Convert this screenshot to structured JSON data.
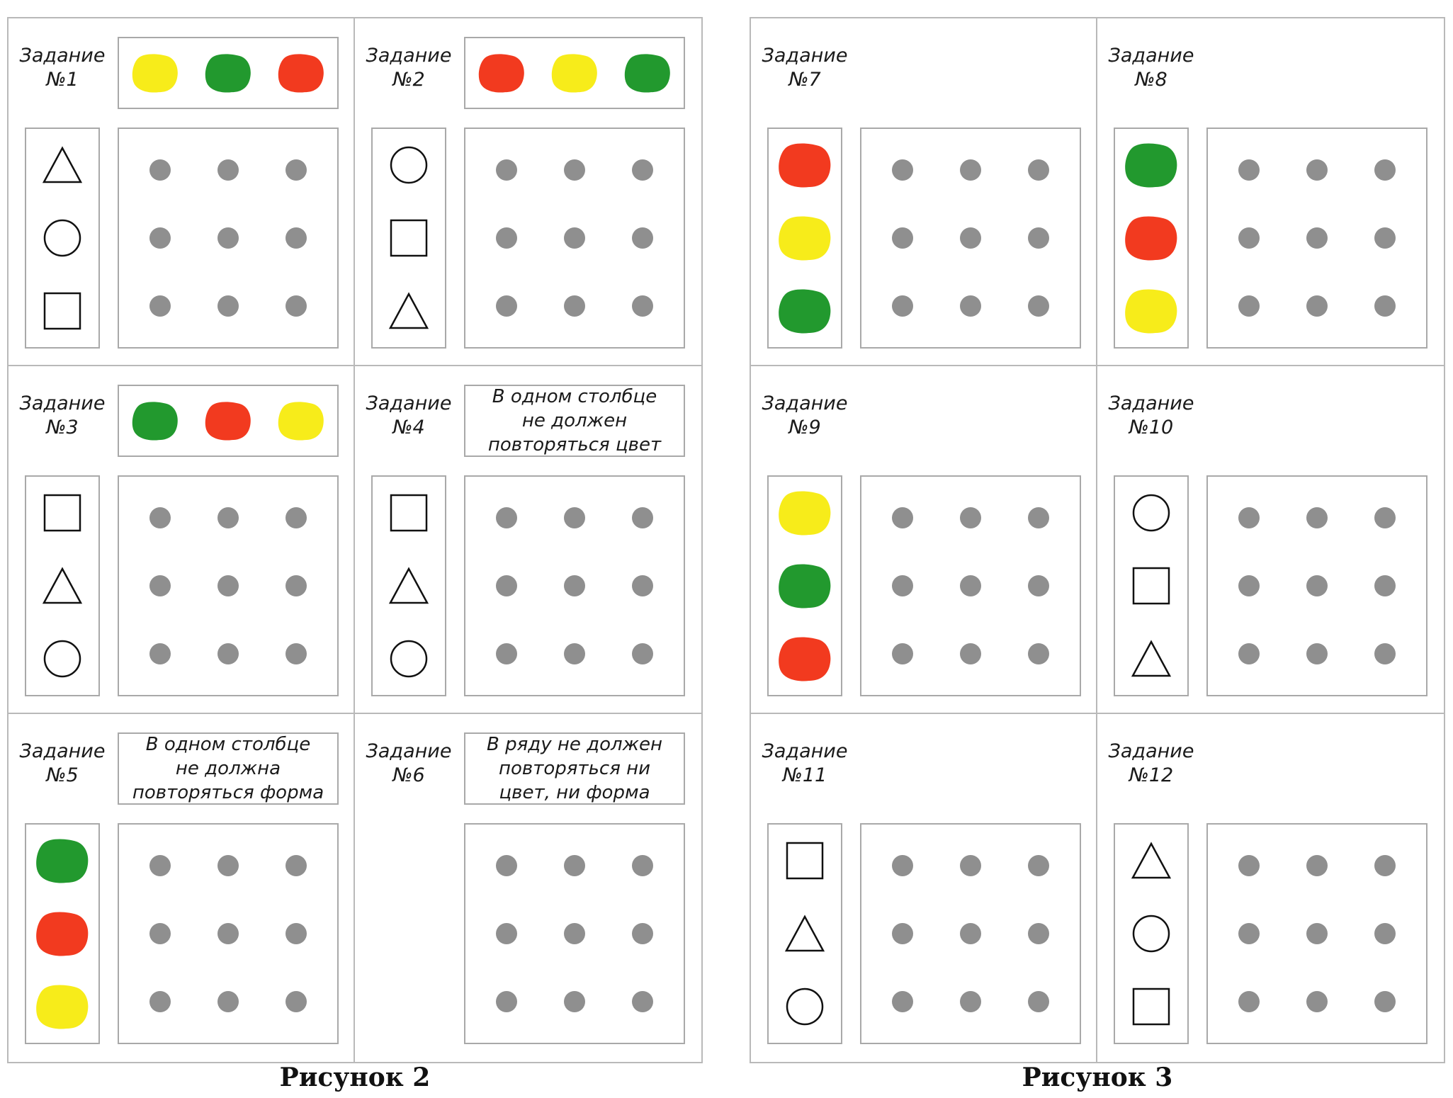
{
  "colors": {
    "red": "#f23a1f",
    "yellow": "#f7ec1a",
    "green": "#22992e",
    "dot": "#8f8f8f"
  },
  "figures": [
    {
      "caption": "Рисунок 2",
      "tasks": [
        {
          "label": "Задание\n№1",
          "header": {
            "type": "colors",
            "items": [
              "yellow",
              "green",
              "red"
            ]
          },
          "side": {
            "type": "shapes",
            "items": [
              "triangle",
              "circle",
              "square"
            ]
          }
        },
        {
          "label": "Задание\n№2",
          "header": {
            "type": "colors",
            "items": [
              "red",
              "yellow",
              "green"
            ]
          },
          "side": {
            "type": "shapes",
            "items": [
              "circle",
              "square",
              "triangle"
            ]
          }
        },
        {
          "label": "Задание\n№3",
          "header": {
            "type": "colors",
            "items": [
              "green",
              "red",
              "yellow"
            ]
          },
          "side": {
            "type": "shapes",
            "items": [
              "square",
              "triangle",
              "circle"
            ]
          }
        },
        {
          "label": "Задание\n№4",
          "header": {
            "type": "text",
            "text": "В одном столбце\nне должен\nповторяться цвет"
          },
          "side": {
            "type": "shapes",
            "items": [
              "square",
              "triangle",
              "circle"
            ]
          }
        },
        {
          "label": "Задание\n№5",
          "header": {
            "type": "text",
            "text": "В одном столбце\nне должна\nповторяться форма"
          },
          "side": {
            "type": "colors",
            "items": [
              "green",
              "red",
              "yellow"
            ]
          }
        },
        {
          "label": "Задание\n№6",
          "header": {
            "type": "text",
            "text": "В ряду не должен\nповторяться ни\nцвет, ни форма"
          },
          "side": {
            "type": "none",
            "items": []
          }
        }
      ]
    },
    {
      "caption": "Рисунок 3",
      "tasks": [
        {
          "label": "Задание\n№7",
          "header": {
            "type": "none"
          },
          "side": {
            "type": "colors",
            "items": [
              "red",
              "yellow",
              "green"
            ]
          }
        },
        {
          "label": "Задание\n№8",
          "header": {
            "type": "none"
          },
          "side": {
            "type": "colors",
            "items": [
              "green",
              "red",
              "yellow"
            ]
          }
        },
        {
          "label": "Задание\n№9",
          "header": {
            "type": "none"
          },
          "side": {
            "type": "colors",
            "items": [
              "yellow",
              "green",
              "red"
            ]
          }
        },
        {
          "label": "Задание\n№10",
          "header": {
            "type": "none"
          },
          "side": {
            "type": "shapes",
            "items": [
              "circle",
              "square",
              "triangle"
            ]
          }
        },
        {
          "label": "Задание\n№11",
          "header": {
            "type": "none"
          },
          "side": {
            "type": "shapes",
            "items": [
              "square",
              "triangle",
              "circle"
            ]
          }
        },
        {
          "label": "Задание\n№12",
          "header": {
            "type": "none"
          },
          "side": {
            "type": "shapes",
            "items": [
              "triangle",
              "circle",
              "square"
            ]
          }
        }
      ]
    }
  ]
}
